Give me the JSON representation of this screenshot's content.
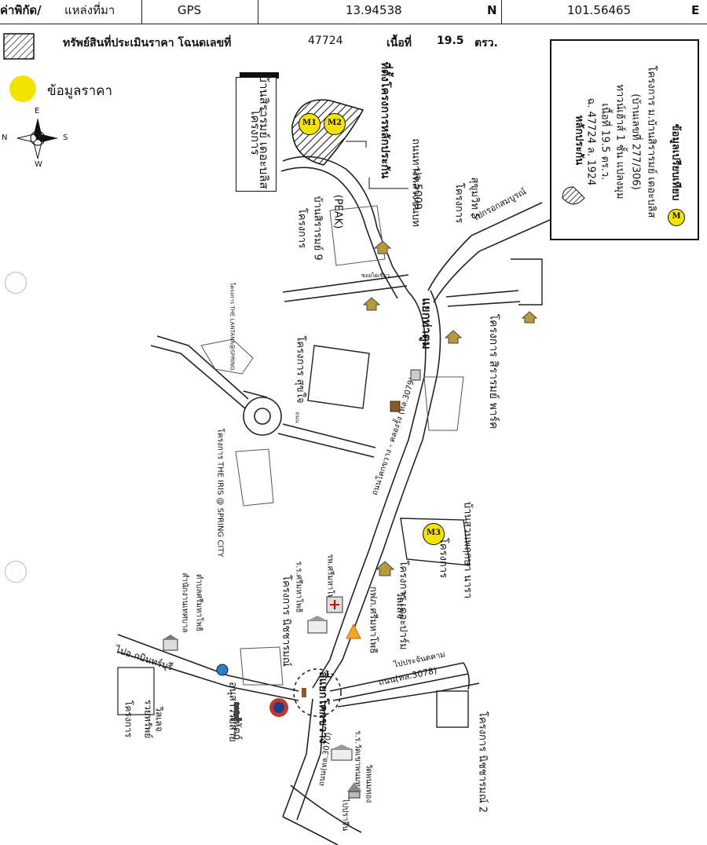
{
  "header": {
    "coord_label": "ค่าพิกัด/",
    "source_label": "แหล่งที่มา",
    "source_value": "GPS",
    "lat_value": "13.94538",
    "lat_dir": "N",
    "lon_value": "101.56465",
    "lon_dir": "E"
  },
  "asset": {
    "label": "ทรัพย์สินที่ประเมินราคา โฉนดเลขที่",
    "deed_no": "47724",
    "area_label": "เนื้อที่",
    "area_value": "19.5",
    "area_unit": "ตรว."
  },
  "legend": {
    "price_info": "ข้อมูลราคา",
    "compass": {
      "n": "N",
      "s": "S",
      "e": "E",
      "w": "W"
    },
    "box_title": "หลักประกัน",
    "box_lines": [
      "ฉ. 47724 ล. 1924",
      "เนื้อที่ 19.5 ตร.ว.",
      "ทาวน์เฮ้าส์ 1 ชั้น แปลงมุม",
      "(บ้านเลขที่ 277/306)",
      "โครงการ ม.บ้านสิรารมย์ เดอะบลิส"
    ],
    "box_badge": "M",
    "box_compare": "ข้อมูลเปรียบเทียบ"
  },
  "markers": [
    "M1",
    "M2",
    "M3"
  ],
  "labels": {
    "main_project": [
      "โครงการ",
      "บ้านสิรารมย์ เดอะบลิส"
    ],
    "collateral_loc": "ที่ตั้งโครงการหลักประกัน",
    "road_nongchabon": "ถนนทางหลวงชนบท",
    "road_pj": "ปจ.5009",
    "proj_peak": [
      "โครงการ",
      "บ้านสิรารมย์ 9",
      "(PEAK)"
    ],
    "proj_sukhumvit5": [
      "โครงการ",
      "สุขุมวิท 5"
    ],
    "to_nongsombun": "ไปกรอกสมบูรณ์",
    "junction_thatum": "แยกท่าตูม",
    "proj_sukjai": "โครงการ สุขใจ",
    "proj_siraparkville": "โครงการ สิรารมย์ พาร์ค",
    "lantana": "โครงการ THE LANTANA@SPRING",
    "iris": "โครงการ THE IRIS @ SPRING CITY",
    "road_khokkhwang": "ถนนโคกขวาง - คลองรั้ง (ทล.3079)",
    "proj_suanpruksa": [
      "โครงการ",
      "บ้านสวนพฤกษา นารา"
    ],
    "proj_theparm": [
      "โครงการ เดอะปาร์ม",
      "วิลเลจ"
    ],
    "hospital": "รพ.ศรีมหาโพธิ",
    "school_srimahaphot": "ร.ร.ศรีมหาโพธิ",
    "proj_nitcharamn": "โครงการ นิชชารมณ์",
    "police_srimahaphot": "กฟภ.ศรีมหาโพธิ",
    "office_tessaban": [
      "สำนักงานเทศบาล",
      "ตำบลศรีมหาโพธิ"
    ],
    "to_kabinburi": "ไปอ.กบินทร์บุรี",
    "road_3078": "ถนน(ทล.3078)",
    "to_prachinburi": "ไปประจันตคาม",
    "junction_khokkhwang": "สี่แยกโคกขวาง",
    "monument": [
      "อนุสาวรีย์สาย",
      "พระหัตถ์"
    ],
    "proj_rattanawilla": [
      "โครงการ",
      "รวยทรัพย์",
      "วิลเลจ"
    ],
    "road_3070": "ถนน(ทล.3070)",
    "school_wat": "ร.ร.วัดเขาพนมทอง",
    "wat": "วัดพนมทอง",
    "to_prachin": "ไปปราจีน",
    "proj_nitcharamn2": "โครงการ นิชชารมณ์ 2",
    "street_a": "ถนน",
    "soi_label": "ซอยไผ่เขียว"
  },
  "colors": {
    "marker": "#f2e300",
    "road": "#222222",
    "line": "#111111"
  }
}
